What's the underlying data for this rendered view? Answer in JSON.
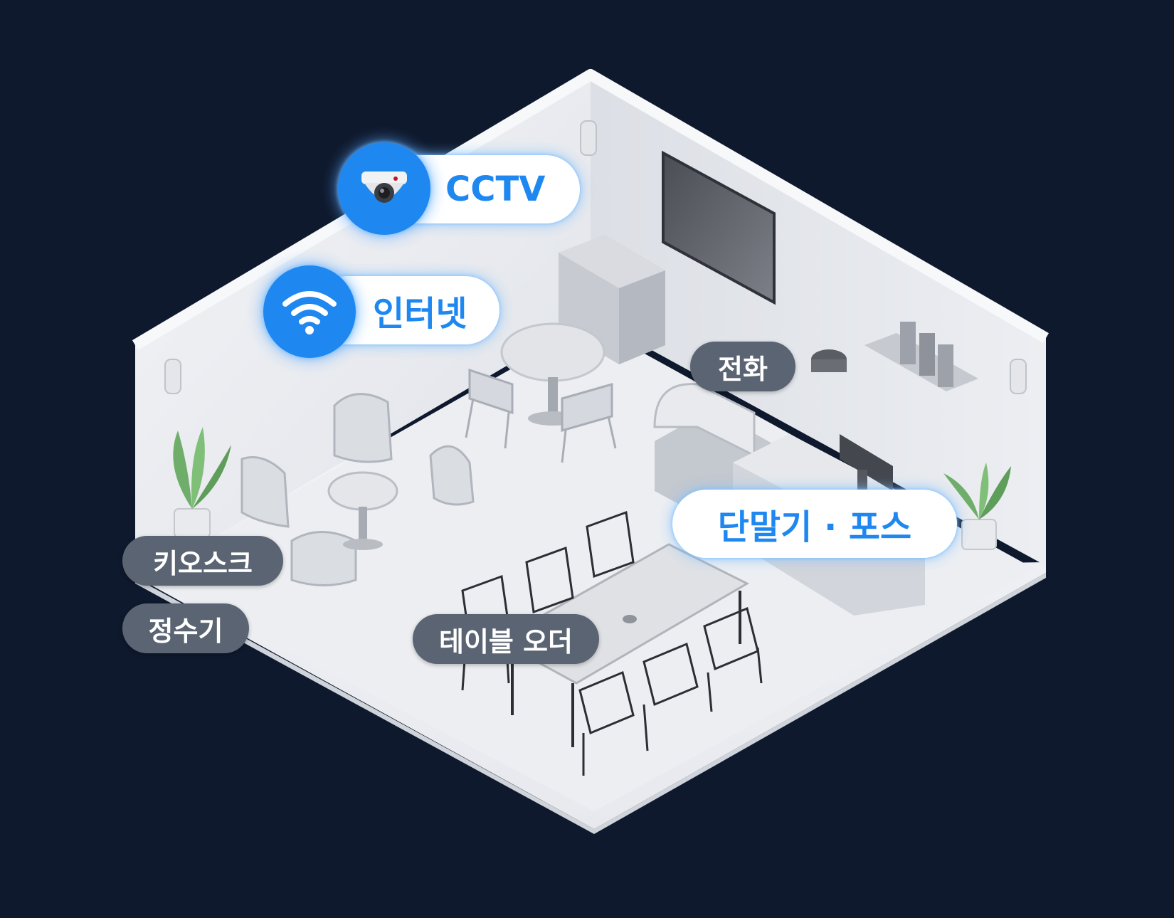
{
  "labels": {
    "cctv": "CCTV",
    "internet": "인터넷",
    "phone": "전화",
    "terminal_pos": "단말기 · 포스",
    "kiosk": "키오스크",
    "water_purifier": "정수기",
    "table_order": "테이블 오더"
  },
  "icons": {
    "cctv": "dome-camera-icon",
    "internet": "wifi-icon"
  },
  "colors": {
    "background": "#0f192d",
    "accent": "#1e88f0",
    "dark_pill": "#5b6472",
    "room_floor": "#eef0f4"
  }
}
